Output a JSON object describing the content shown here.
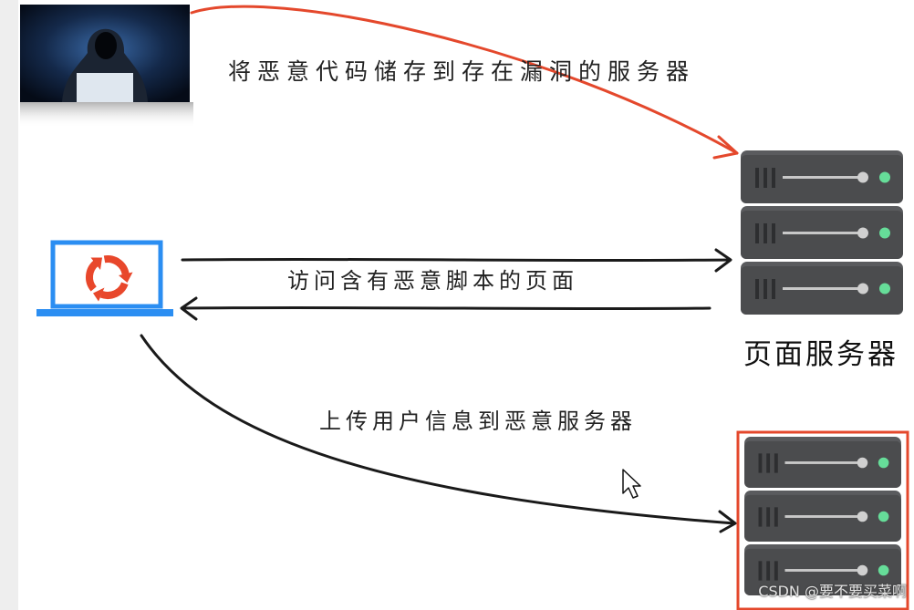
{
  "diagram": {
    "labels": {
      "store_code": "将恶意代码储存到存在漏洞的服务器",
      "visit_page": "访问含有恶意脚本的页面",
      "page_server": "页面服务器",
      "upload_info": "上传用户信息到恶意服务器"
    },
    "watermark": "CSDN @要不要买菜啊"
  },
  "icons": {
    "attacker": "hacker-image",
    "client": "laptop-icon",
    "client_badge": "refresh-icon",
    "page_server": "server-stack-icon",
    "malicious_server": "server-stack-icon",
    "pointer": "mouse-cursor-icon"
  },
  "colors": {
    "attack_arrow": "#e4482c",
    "flow_arrow": "#1a1a1a",
    "laptop": "#2b8ef2",
    "refresh": "#e8472b",
    "server_body": "#4b4c4e",
    "server_led": "#66dd99",
    "malicious_highlight": "#e4482c",
    "background": "#ffffff"
  }
}
